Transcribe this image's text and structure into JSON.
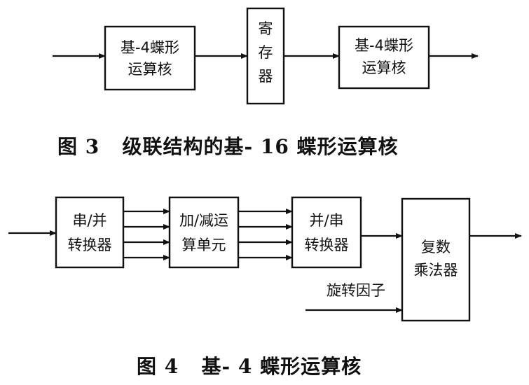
{
  "figure3": {
    "caption": "图 3   级联结构的基- 16 蝶形运算核",
    "blocks": {
      "butterfly_in": [
        "基-4蝶形",
        "运算核"
      ],
      "register": [
        "寄",
        "存",
        "器"
      ],
      "butterfly_out": [
        "基-4蝶形",
        "运算核"
      ]
    }
  },
  "figure4": {
    "caption": "图 4   基- 4 蝶形运算核",
    "blocks": {
      "serial_to_parallel": [
        "串/并",
        "转换器"
      ],
      "add_sub_unit": [
        "加/减运",
        "算单元"
      ],
      "parallel_to_serial": [
        "并/串",
        "转换器"
      ],
      "complex_multiplier": [
        "复数",
        "乘法器"
      ]
    },
    "twiddle_label": "旋转因子"
  }
}
